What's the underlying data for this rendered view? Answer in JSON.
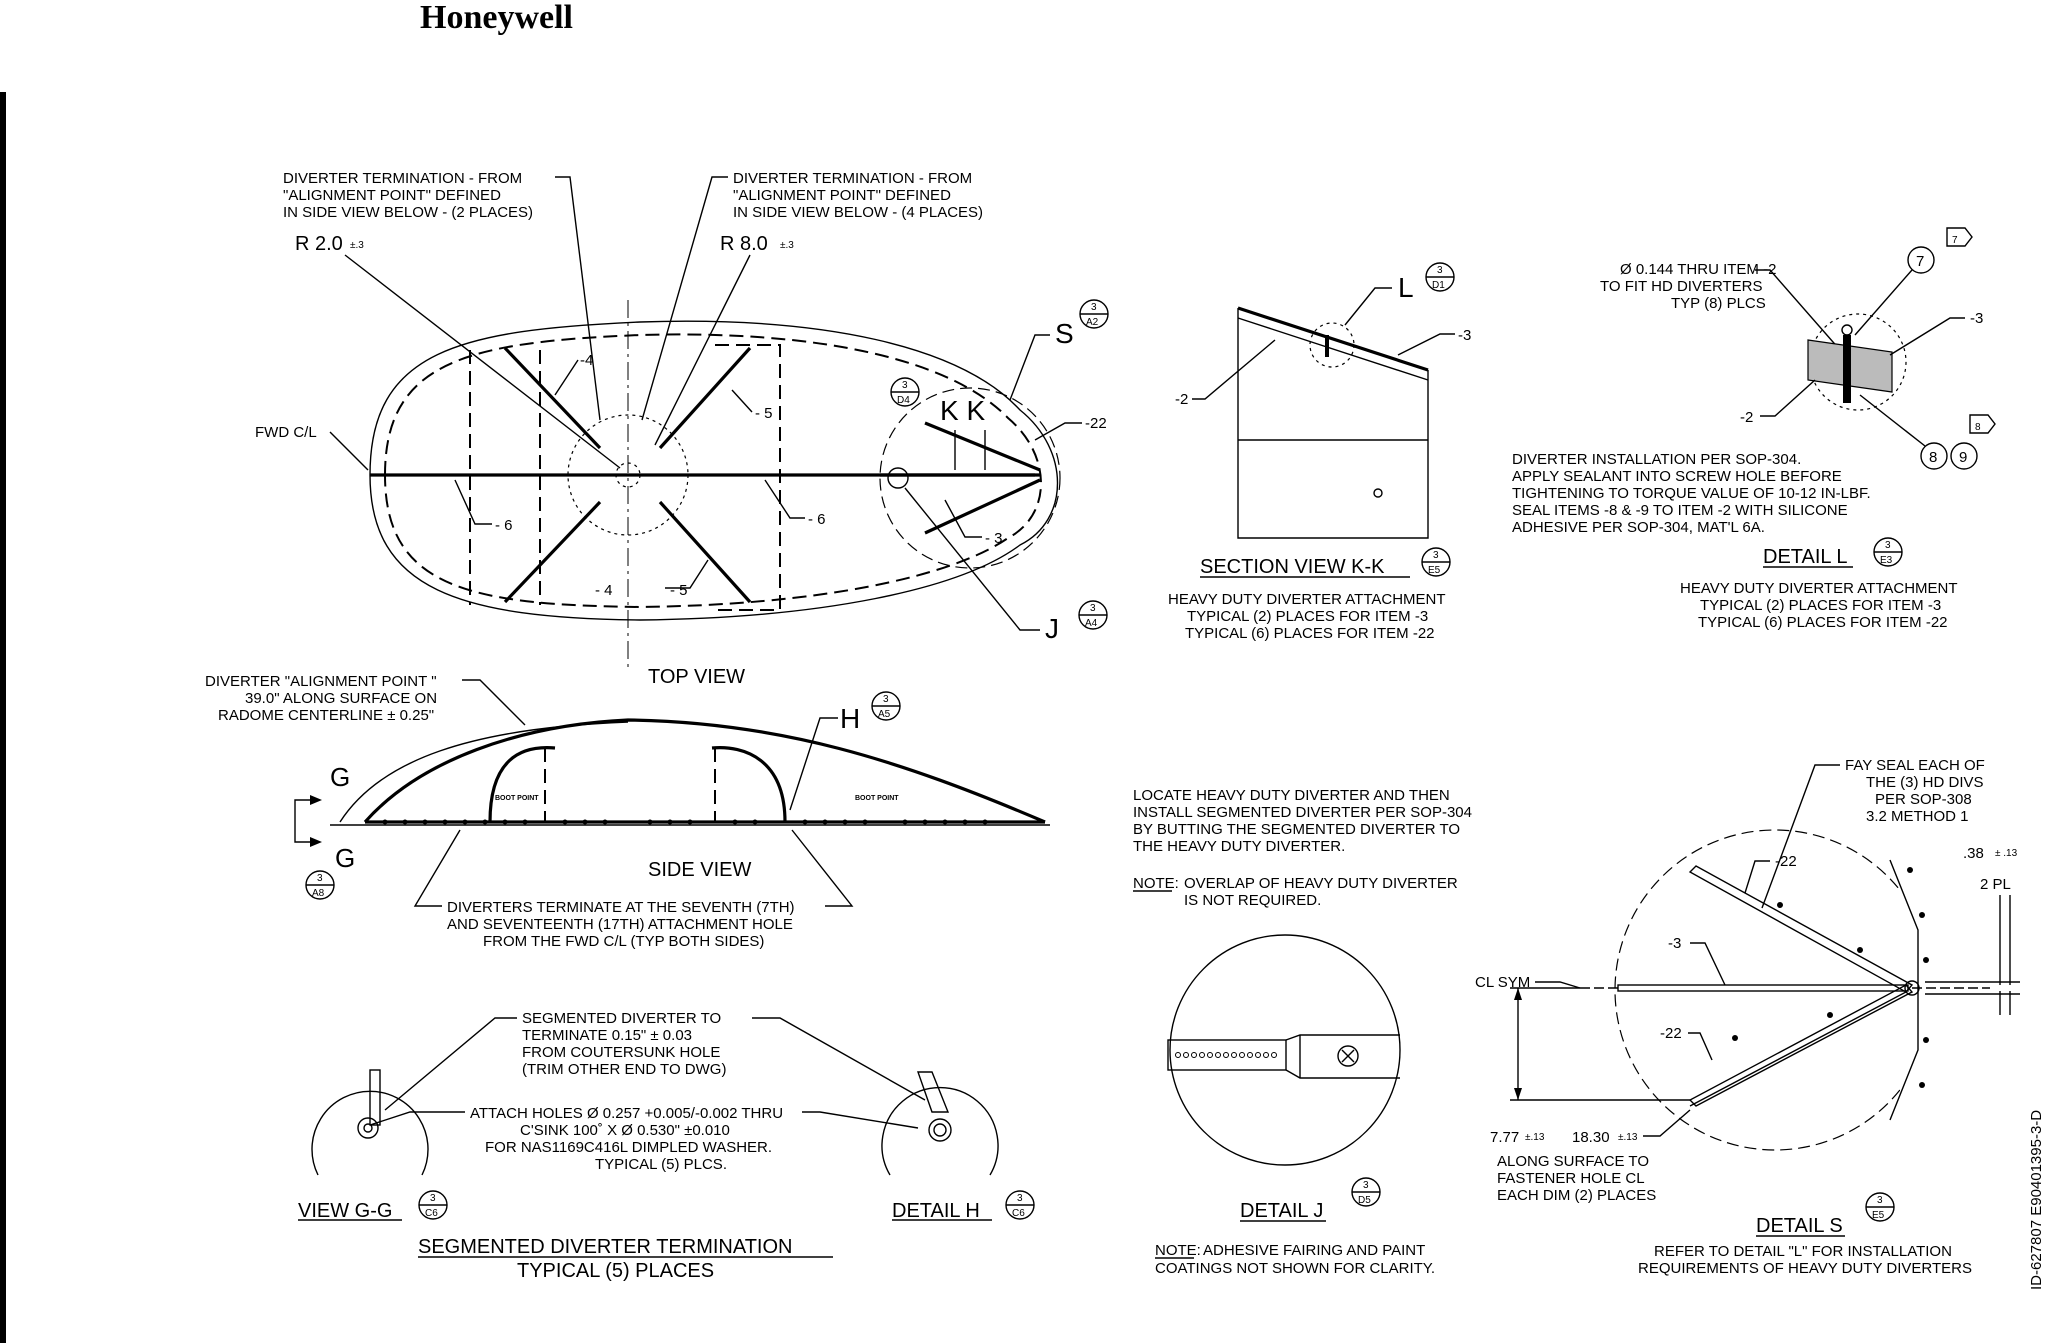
{
  "header": {
    "brand": "Honeywell"
  },
  "figure_id": "ID-627807   E90401395-3-D",
  "top_view": {
    "callout_left": [
      "DIVERTER TERMINATION - FROM",
      "\"ALIGNMENT POINT\" DEFINED",
      "IN SIDE VIEW BELOW - (2 PLACES)"
    ],
    "callout_right": [
      "DIVERTER TERMINATION - FROM",
      "\"ALIGNMENT POINT\" DEFINED",
      "IN SIDE VIEW BELOW - (4 PLACES)"
    ],
    "radius_left": "R  2.0",
    "radius_left_tol": "±.3",
    "radius_right": "R  8.0",
    "radius_right_tol": "±.3",
    "fwd_cl": "FWD C/L",
    "item_4a": "-4",
    "item_4b": "- 4",
    "item_5a": "- 5",
    "item_5b": "- 5",
    "item_6a": "- 6",
    "item_6b": "- 6",
    "item_3": "- 3",
    "item_22": "-22",
    "letter_s": "S",
    "letter_j": "J",
    "letter_k": "K  K",
    "ref_s": [
      "3",
      "A2"
    ],
    "ref_j": [
      "3",
      "A4"
    ],
    "ref_d4": [
      "3",
      "D4"
    ],
    "title": "TOP VIEW"
  },
  "side_view": {
    "alignment_callout": [
      "DIVERTER \"ALIGNMENT POINT \"",
      "39.0\" ALONG SURFACE ON",
      "RADOME CENTERLINE ± 0.25\""
    ],
    "letter_h": "H",
    "ref_h": [
      "3",
      "A5"
    ],
    "letter_g1": "G",
    "letter_g2": "G",
    "ref_g": [
      "3",
      "A8"
    ],
    "boot_point": "BOOT POINT",
    "title": "SIDE VIEW",
    "note": [
      "DIVERTERS TERMINATE AT THE SEVENTH (7TH)",
      "AND SEVENTEENTH (17TH) ATTACHMENT HOLE",
      "FROM THE FWD C/L (TYP BOTH SIDES)"
    ]
  },
  "termination": {
    "callout_top": [
      "SEGMENTED DIVERTER TO",
      "TERMINATE 0.15\" ± 0.03",
      "FROM COUTERSUNK HOLE",
      "(TRIM OTHER END TO DWG)"
    ],
    "callout_attach": [
      "ATTACH HOLES Ø 0.257 +0.005/-0.002 THRU",
      "C'SINK 100˚ X Ø 0.530\" ±0.010",
      "FOR NAS1169C416L DIMPLED WASHER.",
      "TYPICAL (5) PLCS."
    ],
    "view_gg": "VIEW G-G",
    "ref_gg": [
      "3",
      "C6"
    ],
    "detail_h": "DETAIL H",
    "ref_dh": [
      "3",
      "C6"
    ],
    "title": "SEGMENTED DIVERTER TERMINATION",
    "subtitle": "TYPICAL (5) PLACES"
  },
  "section_kk": {
    "letter_l": "L",
    "ref_l": [
      "3",
      "D1"
    ],
    "item_3": "-3",
    "item_2": "-2",
    "title": "SECTION VIEW K-K",
    "ref": [
      "3",
      "E5"
    ],
    "note": [
      "HEAVY DUTY DIVERTER ATTACHMENT",
      "TYPICAL (2) PLACES FOR ITEM -3",
      "TYPICAL (6) PLACES FOR ITEM -22"
    ]
  },
  "detail_l": {
    "hole_note": [
      "Ø 0.144 THRU ITEM -2",
      "TO FIT HD DIVERTERS",
      "TYP (8) PLCS"
    ],
    "item_7": "7",
    "flag_7": "7",
    "item_8": "8",
    "item_9": "9",
    "flag_8": "8",
    "item_3": "-3",
    "item_2": "-2",
    "install_note": [
      "DIVERTER INSTALLATION PER SOP-304.",
      "APPLY SEALANT INTO SCREW HOLE BEFORE",
      "TIGHTENING TO TORQUE VALUE OF 10-12 IN-LBF.",
      "SEAL ITEMS -8 & -9 TO ITEM -2 WITH SILICONE",
      "ADHESIVE PER SOP-304, MAT'L 6A."
    ],
    "title": "DETAIL L",
    "ref": [
      "3",
      "E3"
    ],
    "note": [
      "HEAVY DUTY DIVERTER ATTACHMENT",
      "TYPICAL (2) PLACES FOR ITEM -3",
      "TYPICAL (6) PLACES FOR ITEM -22"
    ]
  },
  "detail_j": {
    "locate_note": [
      "LOCATE HEAVY DUTY DIVERTER AND THEN",
      "INSTALL SEGMENTED DIVERTER PER SOP-304",
      "BY BUTTING THE SEGMENTED DIVERTER TO",
      "THE HEAVY DUTY DIVERTER."
    ],
    "overlap_note_label": "NOTE:",
    "overlap_note": [
      "OVERLAP OF HEAVY DUTY DIVERTER",
      "IS NOT REQUIRED."
    ],
    "title": "DETAIL J",
    "ref": [
      "3",
      "D5"
    ],
    "footer_label": "NOTE:",
    "footer_note": "ADHESIVE FAIRING AND PAINT",
    "footer_note2": "COATINGS NOT SHOWN FOR CLARITY."
  },
  "detail_s": {
    "fay_note": [
      "FAY SEAL EACH OF",
      "THE (3) HD DIVS",
      "PER SOP-308",
      "3.2 METHOD 1"
    ],
    "dim_38": ".38",
    "dim_38_tol": "± .13",
    "dim_2pl": "2  PL",
    "item_22a": "-22",
    "item_3": "-3",
    "item_22b": "-22",
    "cl_sym": "CL SYM",
    "dim_777": "7.77",
    "dim_777_tol": "±.13",
    "dim_1830": "18.30",
    "dim_1830_tol": "±.13",
    "surface_note": [
      "ALONG SURFACE TO",
      "FASTENER HOLE CL",
      "EACH DIM (2) PLACES"
    ],
    "title": "DETAIL S",
    "ref": [
      "3",
      "E5"
    ],
    "note": [
      "REFER TO DETAIL \"L\" FOR INSTALLATION",
      "REQUIREMENTS OF HEAVY DUTY DIVERTERS"
    ]
  }
}
